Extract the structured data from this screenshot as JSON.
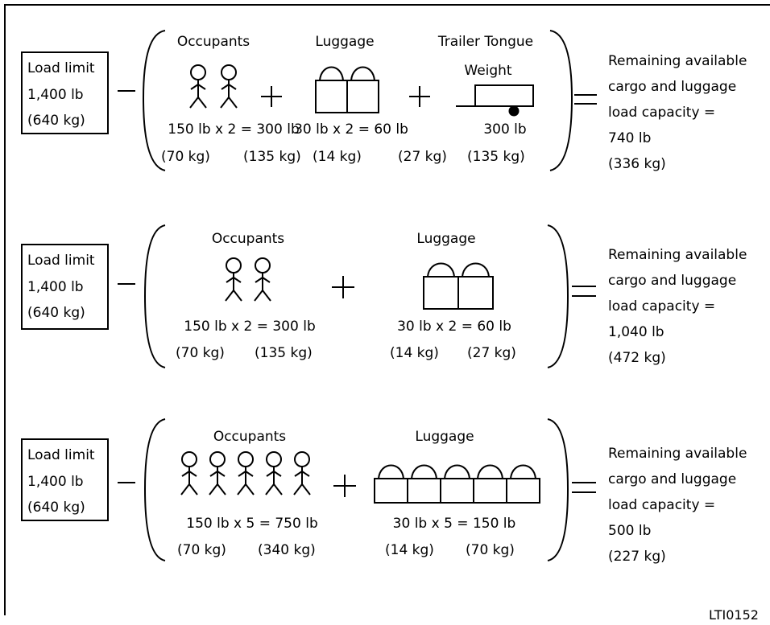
{
  "figure_id": "LTI0152",
  "rows": [
    {
      "load_limit": [
        "Load limit",
        "1,400 lb",
        "(640 kg)"
      ],
      "operators": [
        "—",
        "+",
        "+",
        "="
      ],
      "groups": [
        {
          "title": "Occupants",
          "icon": "person-icon",
          "count": 2,
          "line1": "150 lb x 2 = 300 lb",
          "line2_left": "(70 kg)",
          "line2_right": "(135 kg)"
        },
        {
          "title": "Luggage",
          "icon": "luggage-icon",
          "count": 2,
          "line1": "30 lb x 2 = 60 lb",
          "line2_left": "(14 kg)",
          "line2_right": "(27 kg)"
        },
        {
          "title": "Trailer Tongue",
          "title2": "Weight",
          "icon": "trailer-icon",
          "line1": "300 lb",
          "line2_left": "(135 kg)"
        }
      ],
      "result": [
        "Remaining available",
        "cargo and luggage",
        "load capacity =",
        "740 lb",
        "(336 kg)"
      ]
    },
    {
      "load_limit": [
        "Load limit",
        "1,400 lb",
        "(640 kg)"
      ],
      "operators": [
        "—",
        "+",
        "="
      ],
      "groups": [
        {
          "title": "Occupants",
          "icon": "person-icon",
          "count": 2,
          "line1": "150 lb x 2 = 300 lb",
          "line2_left": "(70 kg)",
          "line2_right": "(135 kg)"
        },
        {
          "title": "Luggage",
          "icon": "luggage-icon",
          "count": 2,
          "line1": "30 lb x 2 = 60 lb",
          "line2_left": "(14 kg)",
          "line2_right": "(27 kg)"
        }
      ],
      "result": [
        "Remaining available",
        "cargo and luggage",
        "load capacity =",
        "1,040 lb",
        "(472 kg)"
      ]
    },
    {
      "load_limit": [
        "Load limit",
        "1,400 lb",
        "(640 kg)"
      ],
      "operators": [
        "—",
        "+",
        "="
      ],
      "groups": [
        {
          "title": "Occupants",
          "icon": "person-icon",
          "count": 5,
          "line1": "150 lb x 5 = 750 lb",
          "line2_left": "(70 kg)",
          "line2_right": "(340 kg)"
        },
        {
          "title": "Luggage",
          "icon": "luggage-icon",
          "count": 5,
          "line1": "30 lb x 5 = 150 lb",
          "line2_left": "(14 kg)",
          "line2_right": "(70 kg)"
        }
      ],
      "result": [
        "Remaining available",
        "cargo and luggage",
        "load capacity =",
        "500 lb",
        "(227 kg)"
      ]
    }
  ]
}
